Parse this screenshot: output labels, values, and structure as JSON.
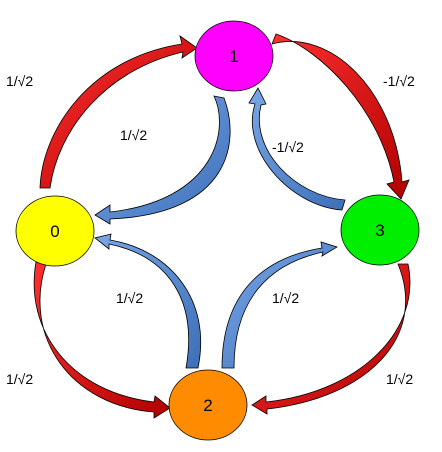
{
  "colors": {
    "red_arrow": "#d40000",
    "blue_arrow": "#4f81c8",
    "arrow_outline": "#000000"
  },
  "nodes": [
    {
      "id": "0",
      "label": "0",
      "fill": "#ffff00"
    },
    {
      "id": "1",
      "label": "1",
      "fill": "#ff00ff"
    },
    {
      "id": "2",
      "label": "2",
      "fill": "#ff8c00"
    },
    {
      "id": "3",
      "label": "3",
      "fill": "#00ee00"
    }
  ],
  "edges": {
    "outer_0_to_1": {
      "from": "0",
      "to": "1",
      "label": "1/√2",
      "color": "red"
    },
    "outer_1_to_3": {
      "from": "1",
      "to": "3",
      "label": "-1/√2",
      "color": "red"
    },
    "outer_0_to_2": {
      "from": "0",
      "to": "2",
      "label": "1/√2",
      "color": "red"
    },
    "outer_3_to_2": {
      "from": "3",
      "to": "2",
      "label": "1/√2",
      "color": "red"
    },
    "inner_1_to_0": {
      "from": "1",
      "to": "0",
      "label": "1/√2",
      "color": "blue"
    },
    "inner_3_to_1": {
      "from": "3",
      "to": "1",
      "label": "-1/√2",
      "color": "blue"
    },
    "inner_2_to_0": {
      "from": "2",
      "to": "0",
      "label": "1/√2",
      "color": "blue"
    },
    "inner_2_to_3": {
      "from": "2",
      "to": "3",
      "label": "1/√2",
      "color": "blue"
    }
  }
}
